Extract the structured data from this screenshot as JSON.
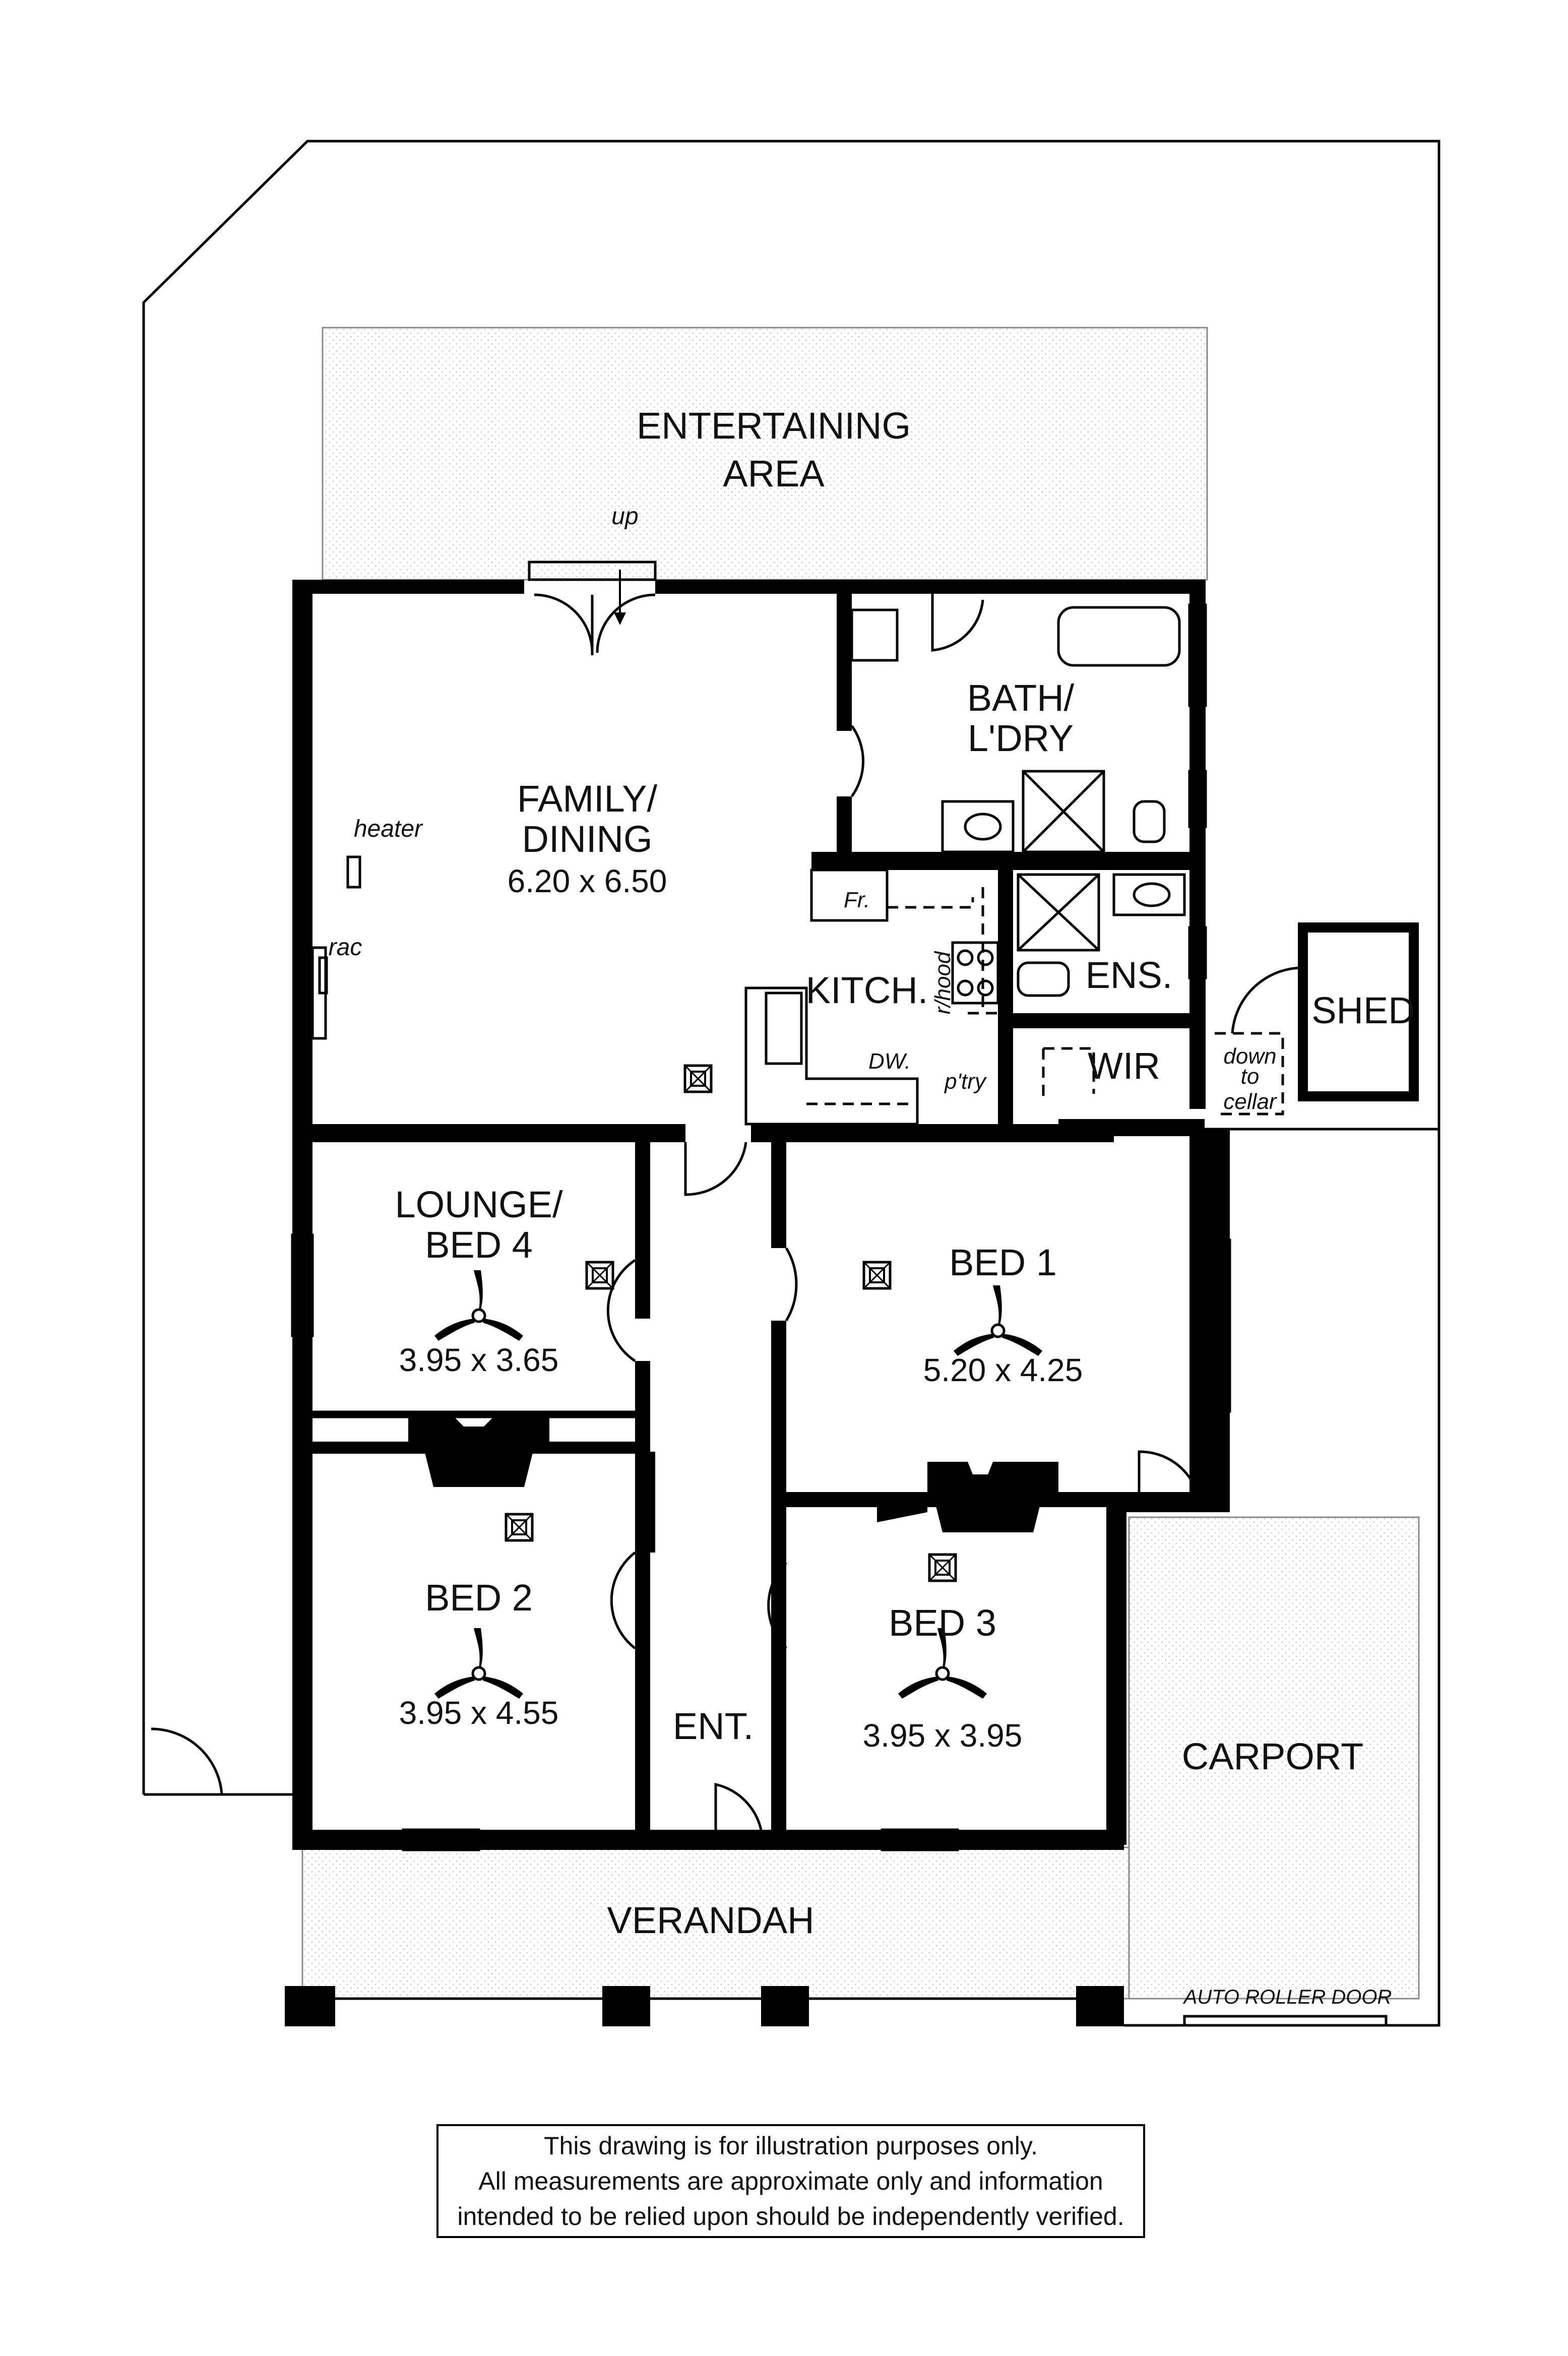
{
  "rooms": {
    "entertaining": "ENTERTAINING",
    "entertaining_2": "AREA",
    "family": "FAMILY/",
    "family_2": "DINING",
    "family_dim": "6.20 x 6.50",
    "bath": "BATH/",
    "bath_2": "L'DRY",
    "kitch": "KITCH.",
    "ens": "ENS.",
    "wir": "WIR",
    "shed": "SHED",
    "lounge": "LOUNGE/",
    "lounge_2": "BED 4",
    "lounge_dim": "3.95 x 3.65",
    "bed1": "BED 1",
    "bed1_dim": "5.20 x 4.25",
    "bed2": "BED 2",
    "bed2_dim": "3.95 x 4.55",
    "bed3": "BED 3",
    "bed3_dim": "3.95 x 3.95",
    "ent": "ENT.",
    "carport": "CARPORT",
    "verandah": "VERANDAH"
  },
  "annotations": {
    "up": "up",
    "heater": "heater",
    "rac": "rac",
    "fridge": "Fr.",
    "rangehood": "r/hood",
    "dishwasher": "DW.",
    "pantry": "p'try",
    "cellar_1": "down",
    "cellar_2": "to",
    "cellar_3": "cellar",
    "roller_door": "AUTO ROLLER DOOR"
  },
  "disclaimer": {
    "line1": "This drawing is for illustration purposes only.",
    "line2": "All measurements are approximate only and information",
    "line3": "intended to be relied upon should be independently verified."
  }
}
